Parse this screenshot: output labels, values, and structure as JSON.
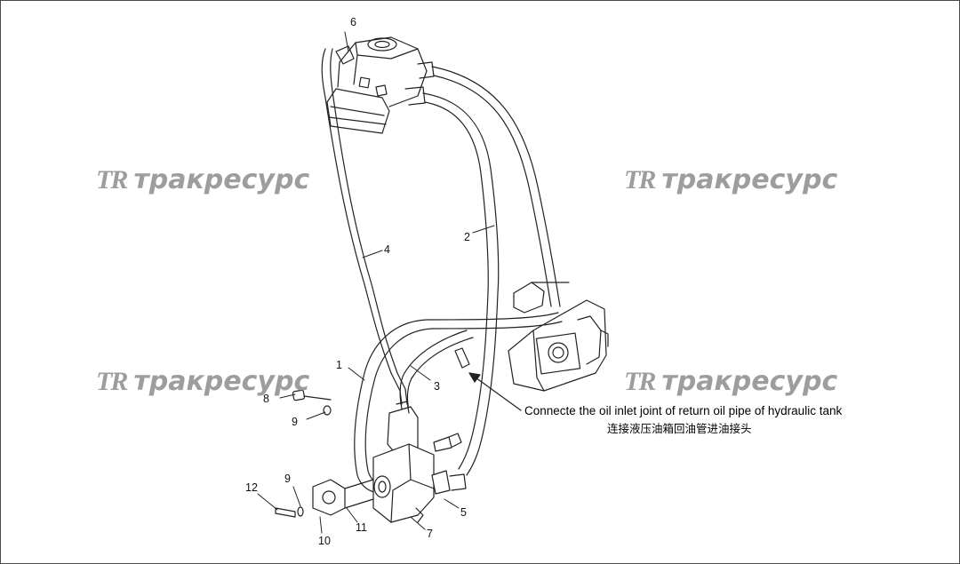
{
  "watermark": {
    "logo": "TR",
    "text": "тракресурс"
  },
  "note": {
    "english": "Connecte the oil inlet joint of return oil pipe of hydraulic tank",
    "chinese": "连接液压油箱回油管进油接头"
  },
  "callouts": {
    "c1": "1",
    "c2": "2",
    "c3": "3",
    "c4": "4",
    "c5": "5",
    "c6": "6",
    "c7": "7",
    "c8": "8",
    "c9a": "9",
    "c9b": "9",
    "c10": "10",
    "c11": "11",
    "c12": "12"
  },
  "colors": {
    "line": "#222222",
    "watermark": "#8c8c8c",
    "frame": "#4a4a4a"
  }
}
